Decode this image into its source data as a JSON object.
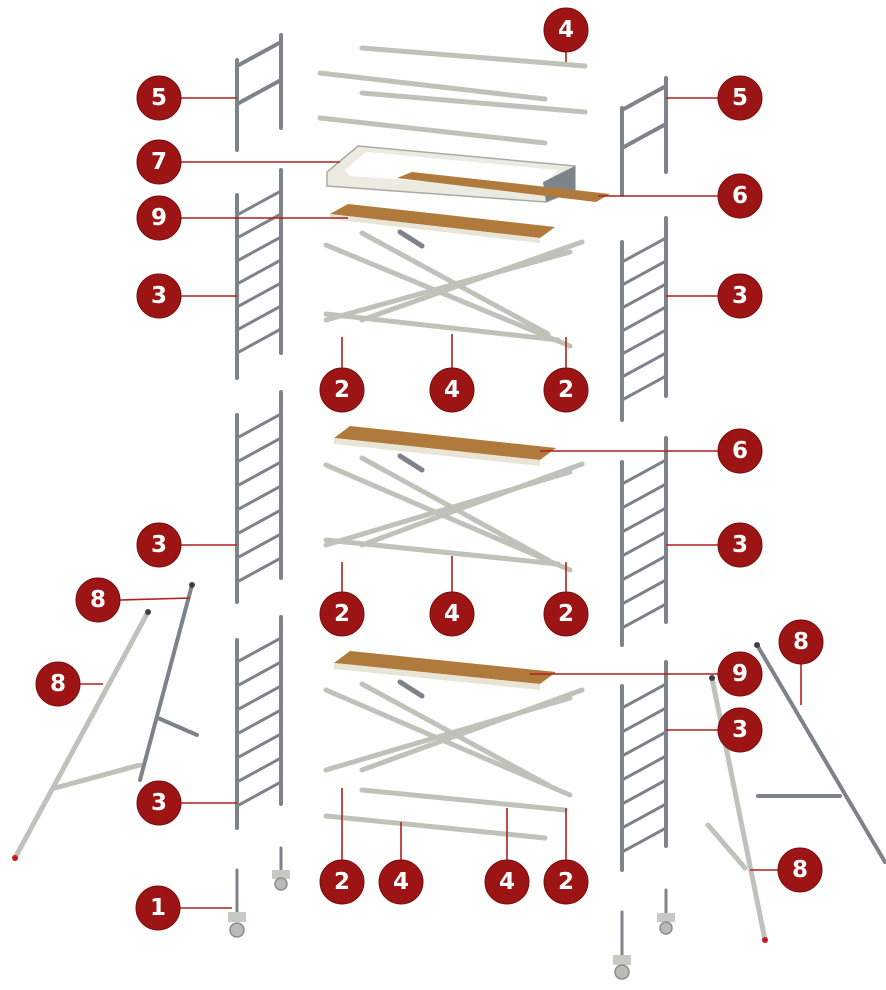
{
  "colors": {
    "callout_fill": "#9c1414",
    "callout_text": "#ffffff",
    "leader_line": "#b21e1e",
    "frame_tube": "#7d838a",
    "brace_tube": "#bfc2b8",
    "plank_wood": "#b07a3c"
  },
  "callouts": {
    "c1": "1",
    "c2a": "2",
    "c2b": "2",
    "c2c": "2",
    "c2d": "2",
    "c2e": "2",
    "c2f": "2",
    "c3a": "3",
    "c3b": "3",
    "c3c": "3",
    "c3d": "3",
    "c3e": "3",
    "c3f": "3",
    "c4a": "4",
    "c4b": "4",
    "c4c": "4",
    "c4d": "4",
    "c4e": "4",
    "c5a": "5",
    "c5b": "5",
    "c6a": "6",
    "c6b": "6",
    "c7": "7",
    "c8a": "8",
    "c8b": "8",
    "c8c": "8",
    "c8d": "8",
    "c9a": "9",
    "c9b": "9"
  }
}
